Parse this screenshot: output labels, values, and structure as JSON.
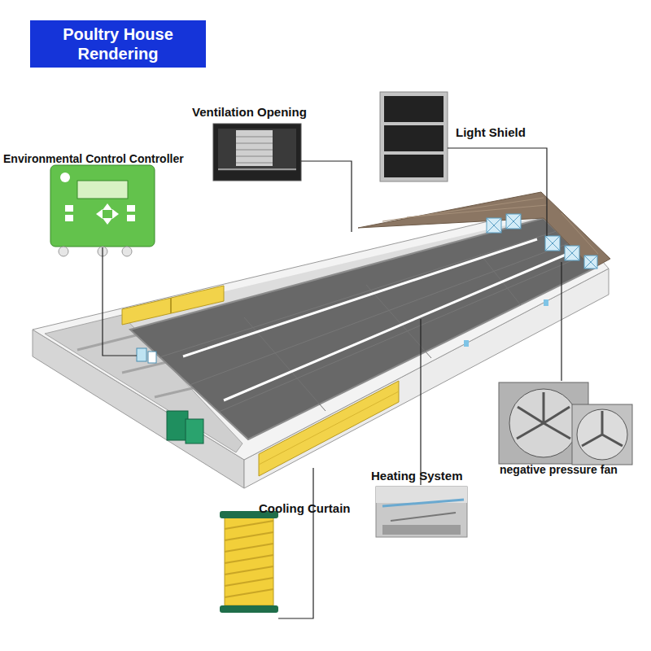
{
  "diagram": {
    "title": "Poultry House Rendering",
    "labels": [
      "Ventilation Opening",
      "Environmental Control Controller",
      "Light Shield",
      "Heating System",
      "negative pressure fan",
      "Cooling Curtain"
    ]
  }
}
